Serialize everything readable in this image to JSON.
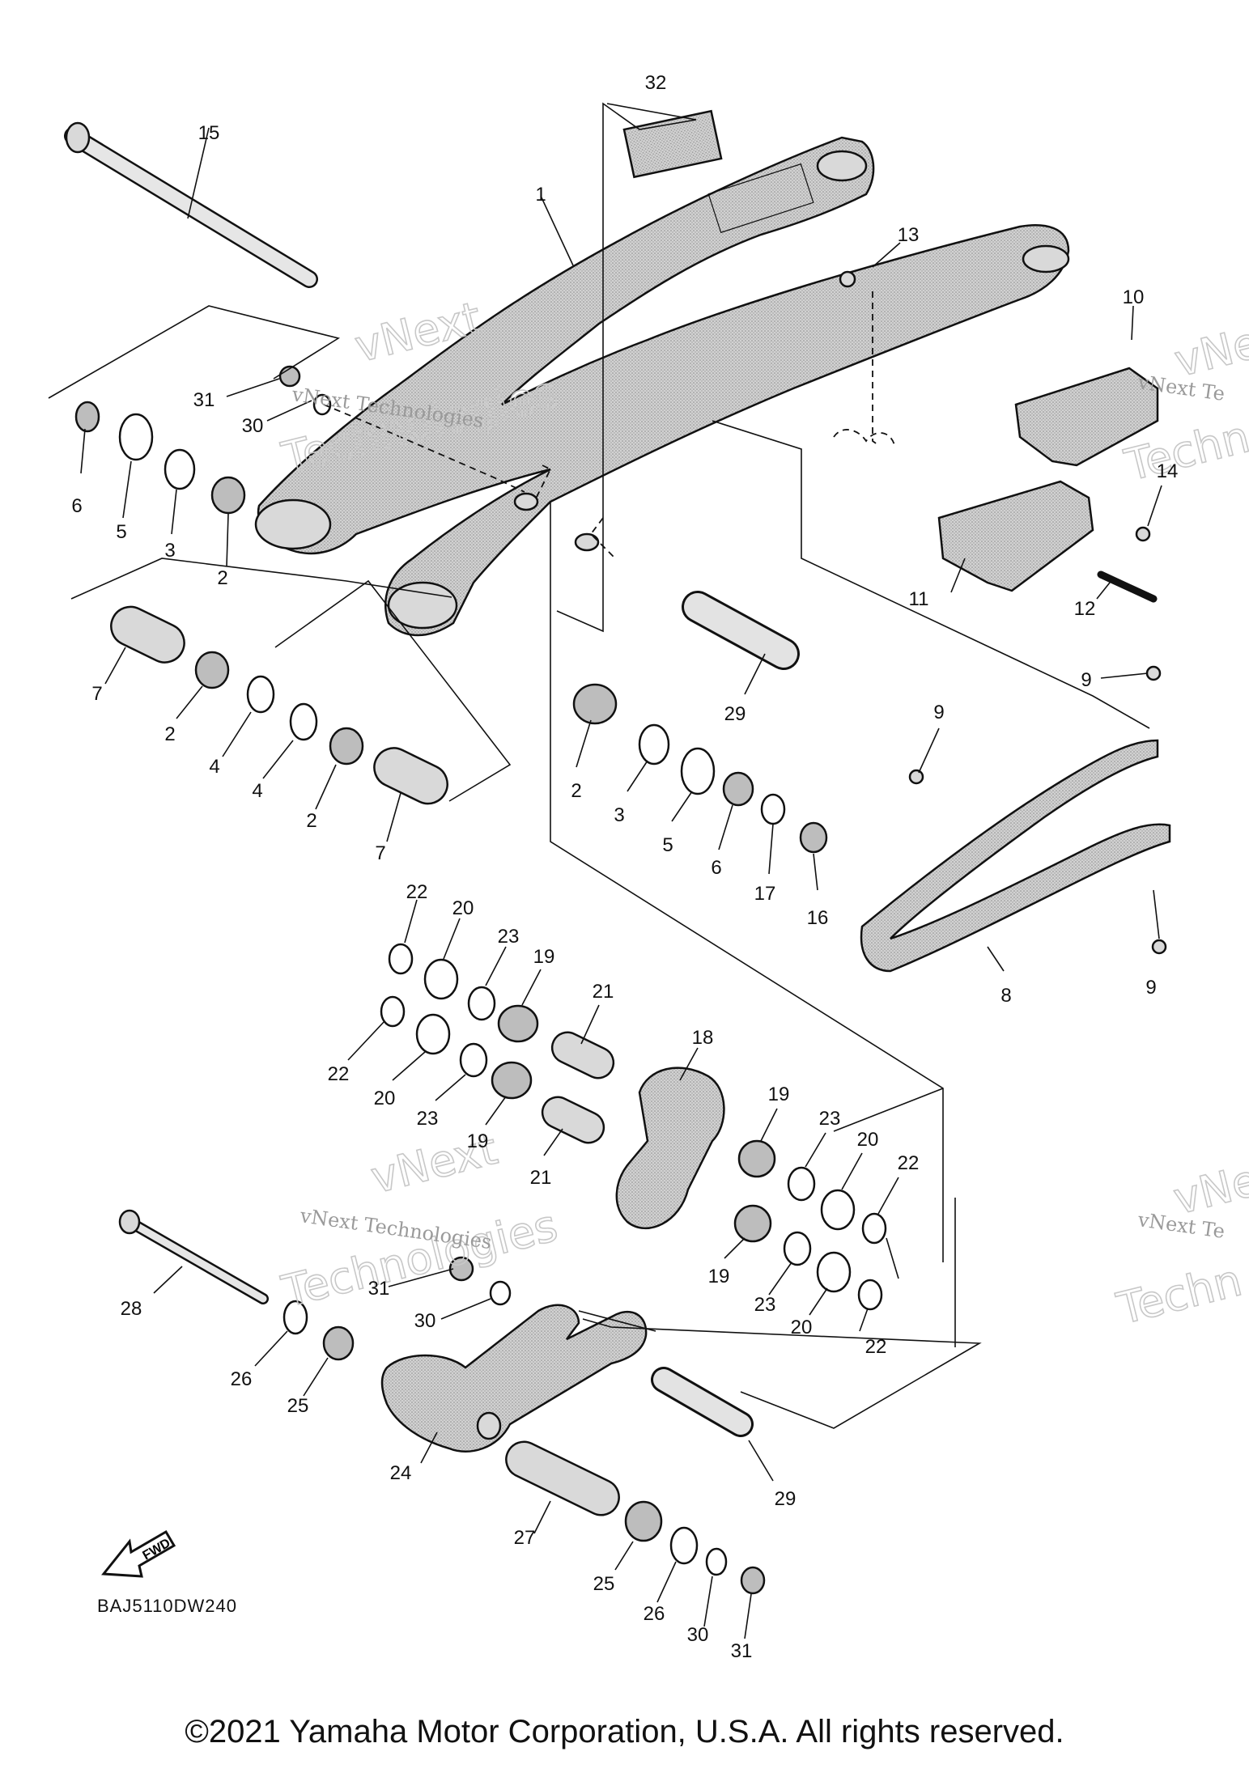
{
  "diagram": {
    "code": "BAJ5110DW240",
    "direction_label": "FWD",
    "copyright": "©2021 Yamaha Motor Corporation, U.S.A. All rights reserved.",
    "watermarks": [
      {
        "line1": "vNext Technologies",
        "line2": "vNext",
        "line3": "Technologies"
      },
      {
        "line1": "vNext Technologies",
        "line2": "vNext",
        "line3": "Technologies"
      },
      {
        "line1": "vNext Te",
        "line2": "vNe",
        "line3": "Techno"
      },
      {
        "line1": "vNext Te",
        "line2": "vNe",
        "line3": "Techn"
      }
    ],
    "callouts": [
      "32",
      "15",
      "1",
      "13",
      "10",
      "31",
      "30",
      "6",
      "5",
      "3",
      "2",
      "14",
      "11",
      "12",
      "7",
      "2",
      "4",
      "4",
      "2",
      "7",
      "29",
      "9",
      "9",
      "2",
      "3",
      "5",
      "6",
      "17",
      "16",
      "22",
      "20",
      "23",
      "19",
      "21",
      "18",
      "22",
      "20",
      "23",
      "19",
      "21",
      "19",
      "23",
      "20",
      "22",
      "28",
      "31",
      "30",
      "19",
      "23",
      "20",
      "22",
      "26",
      "25",
      "24",
      "29",
      "27",
      "25",
      "26",
      "30",
      "31",
      "8",
      "9"
    ]
  }
}
